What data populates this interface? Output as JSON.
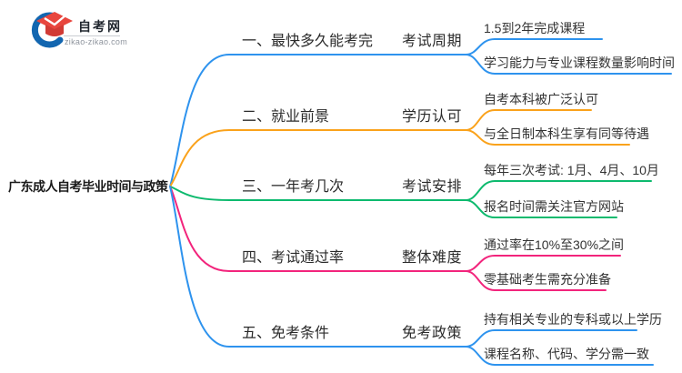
{
  "logo": {
    "brand": "自考网",
    "domain": "zikao-zikao.com",
    "icon_blue": "#1266b0",
    "icon_red": "#e8463e"
  },
  "root": {
    "label": "广东成人自考毕业时间与政策"
  },
  "branches": [
    {
      "label": "一、最快多久能考完",
      "sublabel": "考试周期",
      "color": "#2e93ee",
      "leaves": [
        "1.5到2年完成课程",
        "学习能力与专业课程数量影响时间"
      ]
    },
    {
      "label": "二、就业前景",
      "sublabel": "学历认可",
      "color": "#faa21b",
      "leaves": [
        "自考本科被广泛认可",
        "与全日制本科生享有同等待遇"
      ]
    },
    {
      "label": "三、一年考几次",
      "sublabel": "考试安排",
      "color": "#0dba6e",
      "leaves": [
        "每年三次考试: 1月、4月、10月",
        "报名时间需关注官方网站"
      ]
    },
    {
      "label": "四、考试通过率",
      "sublabel": "整体难度",
      "color": "#f2247c",
      "leaves": [
        "通过率在10%至30%之间",
        "零基础考生需充分准备"
      ]
    },
    {
      "label": "五、免考条件",
      "sublabel": "免考政策",
      "color": "#2e93ee",
      "leaves": [
        "持有相关专业的专科或以上学历",
        "课程名称、代码、学分需一致"
      ]
    }
  ]
}
